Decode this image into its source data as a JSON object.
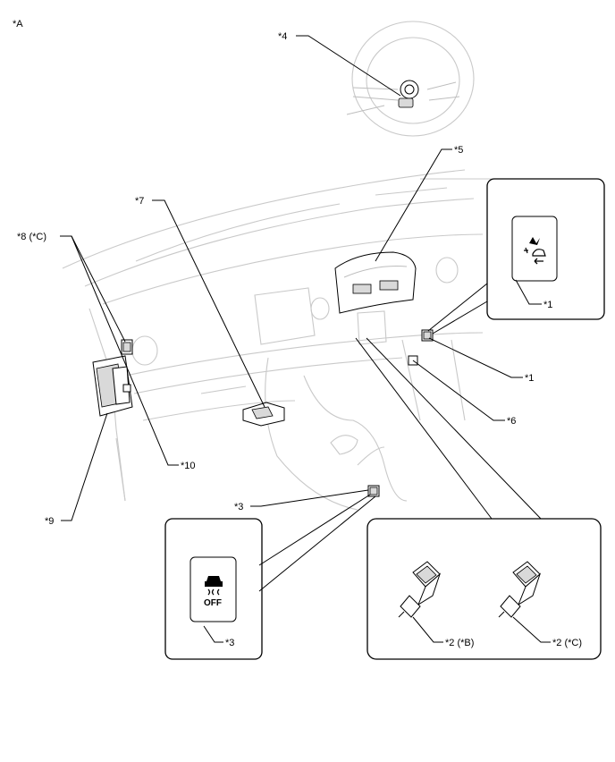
{
  "figure_label": "*A",
  "callouts": {
    "c1_top": "*1",
    "c1_side": "*1",
    "c2_b": "*2 (*B)",
    "c2_c": "*2 (*C)",
    "c3_main": "*3",
    "c3_box": "*3",
    "c4": "*4",
    "c5": "*5",
    "c6": "*6",
    "c7": "*7",
    "c8": "*8 (*C)",
    "c9": "*9",
    "c10": "*10"
  },
  "switch_icon_text": "OFF",
  "colors": {
    "line": "#000000",
    "outline": "#c9c9c9",
    "fill_gray": "#d9d9d9"
  }
}
